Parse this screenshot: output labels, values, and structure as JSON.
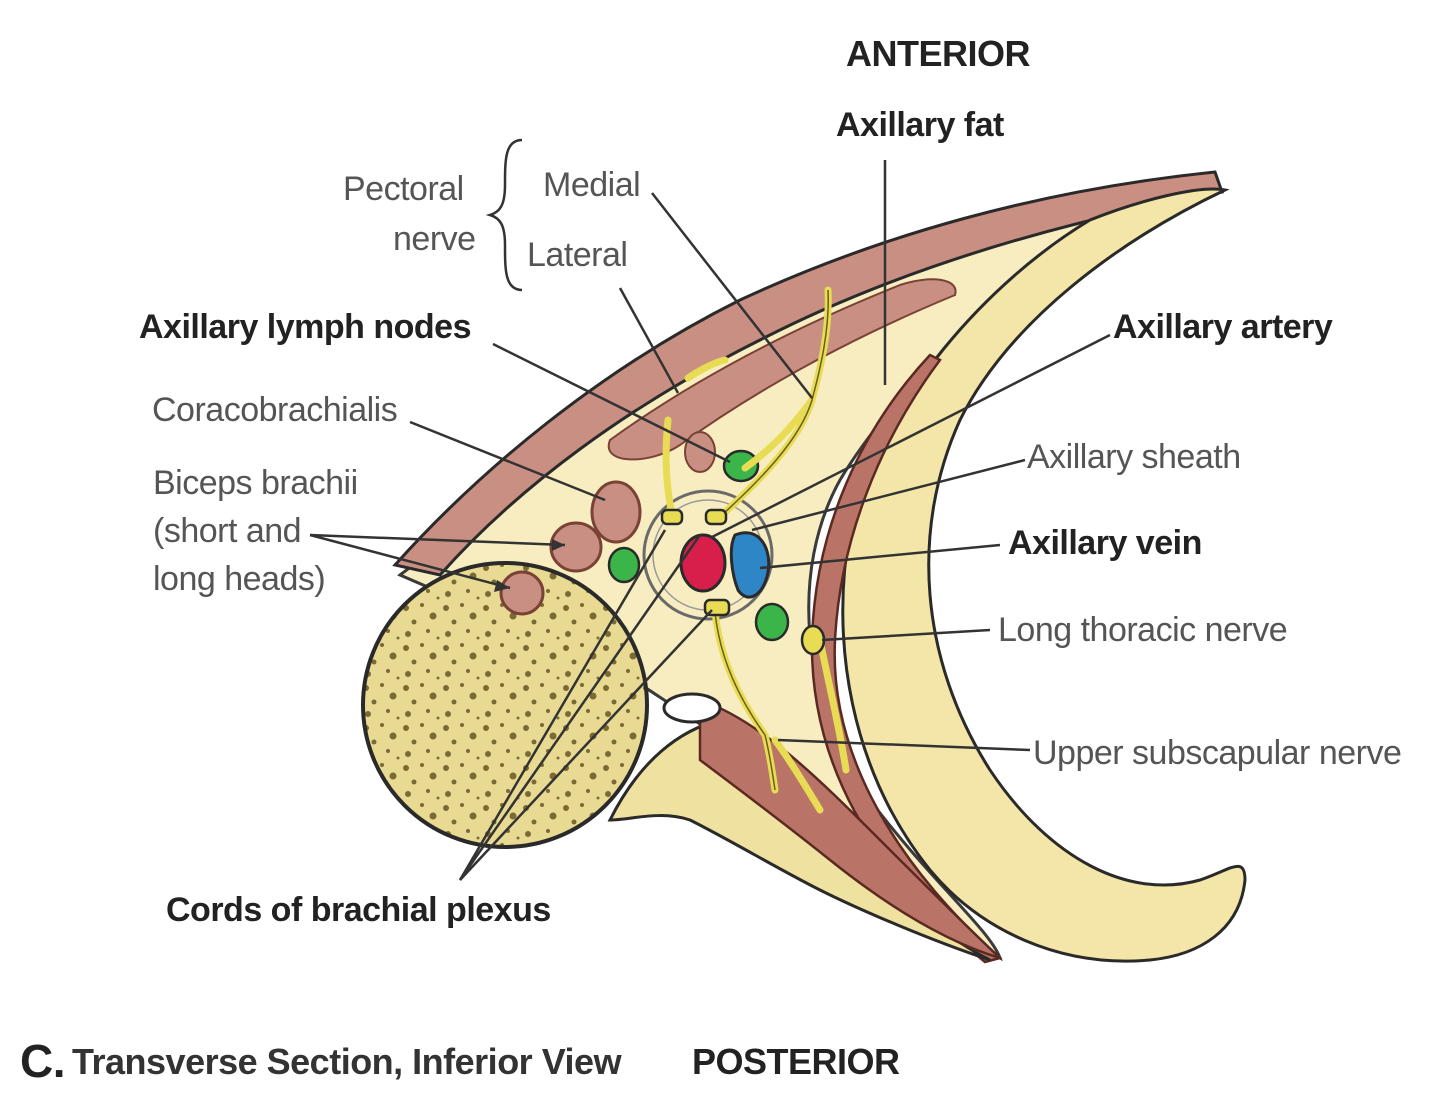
{
  "orientation": {
    "top": "ANTERIOR",
    "bottom": "POSTERIOR"
  },
  "labels": {
    "axillary_fat": "Axillary fat",
    "pectoral": "Pectoral",
    "nerve": "nerve",
    "medial": "Medial",
    "lateral": "Lateral",
    "axillary_lymph_nodes": "Axillary lymph nodes",
    "axillary_artery": "Axillary artery",
    "coracobrachialis": "Coracobrachialis",
    "axillary_sheath": "Axillary sheath",
    "biceps_line1": "Biceps brachii",
    "biceps_line2": "(short and",
    "biceps_line3": "long heads)",
    "axillary_vein": "Axillary vein",
    "long_thoracic_nerve": "Long thoracic nerve",
    "upper_subscapular_nerve": "Upper subscapular nerve",
    "cords_brachial_plexus": "Cords of brachial plexus"
  },
  "caption": {
    "letter": "C.",
    "text": "Transverse Section, Inferior View"
  },
  "colors": {
    "fat": "#f7edc0",
    "muscle": "#c98f82",
    "muscle_dark": "#9c5b4e",
    "bone": "#efe1a0",
    "nerve": "#e8dc54",
    "artery": "#d81f4c",
    "vein": "#2f86c6",
    "lymph_node": "#3bb54a",
    "leader": "#333333"
  }
}
